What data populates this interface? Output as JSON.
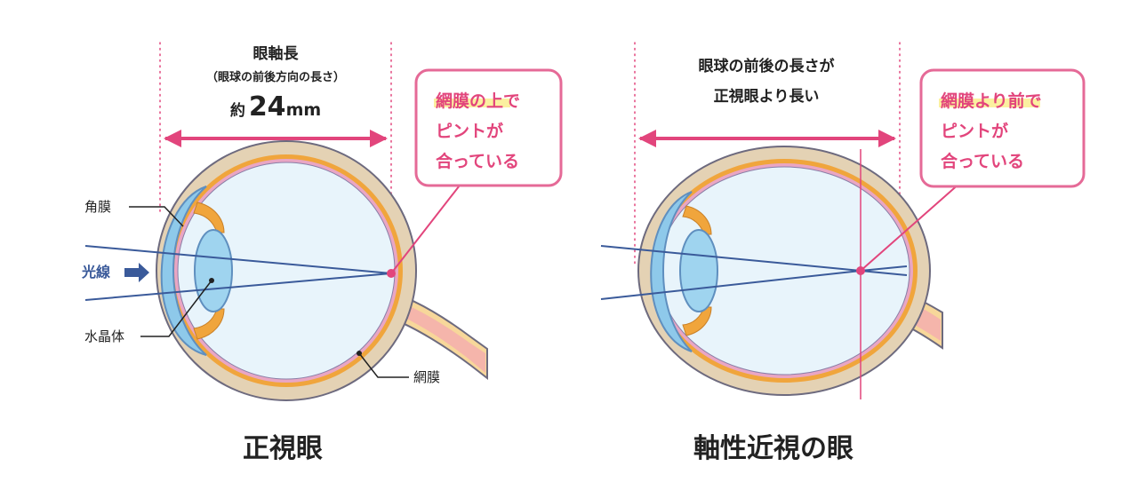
{
  "left": {
    "axial_title": "眼軸長",
    "axial_sub": "（眼球の前後方向の長さ）",
    "axial_prefix": "約",
    "axial_num": "24",
    "axial_unit": "mm",
    "callout": {
      "line1_hl": "網膜の上",
      "line1_rest": "で",
      "line2": "ピントが",
      "line3": "合っている"
    },
    "labels": {
      "cornea": "角膜",
      "light": "光線",
      "lens": "水晶体",
      "retina": "網膜"
    },
    "caption": "正視眼"
  },
  "right": {
    "top_line1": "眼球の前後の長さが",
    "top_line2": "正視眼より長い",
    "callout": {
      "line1_hl": "網膜より前",
      "line1_rest": "で",
      "line2": "ピントが",
      "line3": "合っている"
    },
    "caption": "軸性近視の眼"
  },
  "colors": {
    "accent_pink": "#e2457c",
    "callout_border": "#e56a97",
    "ray_blue": "#3a5a9a",
    "highlight_yellow": "#fbf0a0",
    "sclera_tan": "#e4d2b4",
    "sclera_edge": "#6d6a7e",
    "choroid_orange": "#f0a53c",
    "retina_pink": "#e9a6c4",
    "vitreous_blue": "#e8f4fb",
    "cornea_blue": "#8ec9ea",
    "lens_blue": "#9fd4ef",
    "nerve_pink": "#f2b8b4",
    "nerve_yellow": "#f7d79a"
  }
}
